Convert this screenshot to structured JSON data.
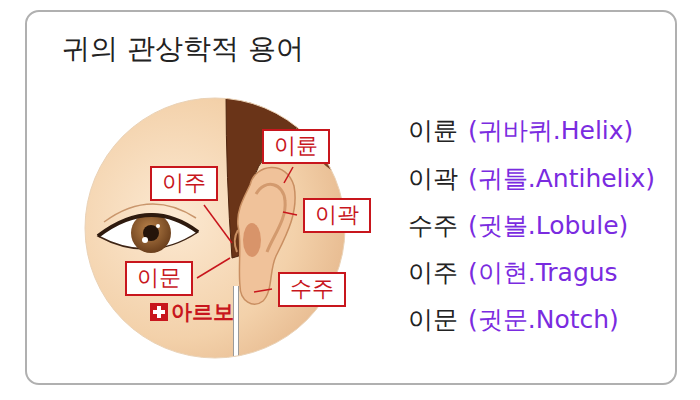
{
  "diagram": {
    "title": "귀의 관상학적 용어",
    "nodes": [
      {
        "text": [
          "이륜"
        ]
      },
      {
        "text": [
          "이주"
        ]
      },
      {
        "text": [
          "이곽"
        ]
      },
      {
        "text": [
          "이문"
        ]
      },
      {
        "text": [
          "수주"
        ]
      }
    ],
    "labels": [
      "아르보",
      "이륜",
      "(귀바퀴.Helix)",
      "이곽",
      "(귀틀.Antihelix)",
      "수주",
      "(귓볼.Lobule)",
      "이주",
      "(이현.Tragus",
      "이문",
      "(귓문.Notch)"
    ]
  }
}
